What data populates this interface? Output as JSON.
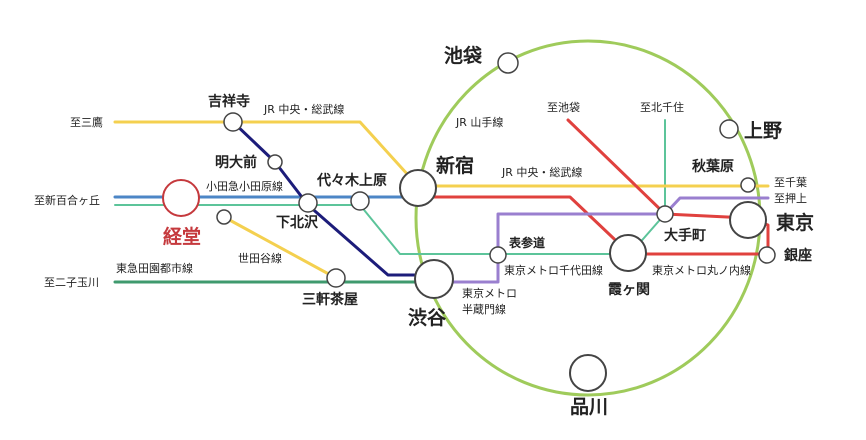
{
  "colors": {
    "yamanote": "#9fcb5b",
    "jr_chuo": "#f4d04f",
    "inokashira": "#1c1c7a",
    "odakyu": "#4c86c6",
    "denentoshi": "#3f9a6e",
    "setagaya": "#f4d04f",
    "marunouchi": "#e0413e",
    "hanzomon": "#9a7fcf",
    "chiyoda": "#5cc49a",
    "highlight": "#c5393d"
  },
  "stations": {
    "ikebukuro": "池袋",
    "ueno": "上野",
    "shinjuku": "新宿",
    "kichijoji": "吉祥寺",
    "meidaimae": "明大前",
    "yoyogi_uehara": "代々木上原",
    "shimokitazawa": "下北沢",
    "kyodo": "経堂",
    "sangenjaya": "三軒茶屋",
    "shibuya": "渋谷",
    "omotesando": "表参道",
    "kasumigaseki": "霞ヶ関",
    "otemachi": "大手町",
    "tokyo": "東京",
    "akihabara": "秋葉原",
    "ginza": "銀座",
    "shinagawa": "品川"
  },
  "lines": {
    "jr_chuo_sobu_1": "JR 中央・総武線",
    "jr_chuo_sobu_2": "JR 中央・総武線",
    "jr_yamanote": "JR 山手線",
    "odakyu": "小田急小田原線",
    "setagaya": "世田谷線",
    "denentoshi": "東急田園都市線",
    "chiyoda": "東京メトロ千代田線",
    "marunouchi": "東京メトロ丸ノ内線",
    "hanzomon_1": "東京メトロ",
    "hanzomon_2": "半蔵門線"
  },
  "directions": {
    "to_mitaka": "至三鷹",
    "to_shinyurigaoka": "至新百合ヶ丘",
    "to_futakotamagawa": "至二子玉川",
    "to_ikebukuro": "至池袋",
    "to_kitasenju": "至北千住",
    "to_chiba": "至千葉",
    "to_oshiage": "至押上"
  }
}
